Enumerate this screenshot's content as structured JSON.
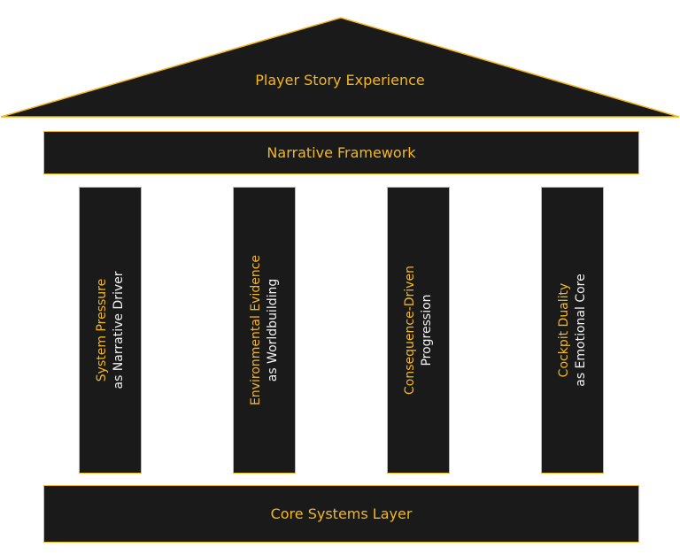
{
  "diagram": {
    "type": "temple-pillars",
    "colors": {
      "fill": "#1a1a1a",
      "accent": "#f5b81c",
      "secondary_text": "#f2f2f2",
      "background": "#ffffff"
    },
    "roof": {
      "label": "Player Story Experience"
    },
    "framework": {
      "label": "Narrative Framework"
    },
    "pillars": [
      {
        "title": "System Pressure",
        "subtitle": "as Narrative Driver"
      },
      {
        "title": "Environmental Evidence",
        "subtitle": "as Worldbuilding"
      },
      {
        "title": "Consequence-Driven",
        "subtitle": "Progression"
      },
      {
        "title": "Cockpit Duality",
        "subtitle": "as Emotional Core"
      }
    ],
    "base": {
      "label": "Core Systems Layer"
    }
  }
}
